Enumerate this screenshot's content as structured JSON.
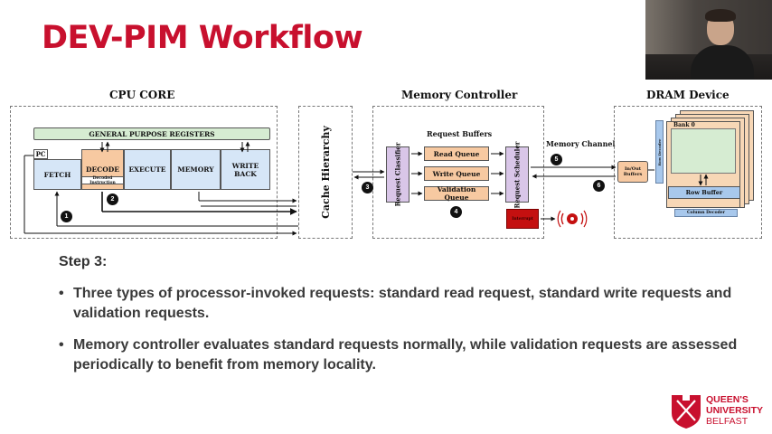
{
  "slide": {
    "title": "DEV-PIM Workflow"
  },
  "diagram": {
    "cpu": {
      "title": "CPU CORE",
      "registers": "GENERAL PURPOSE REGISTERS",
      "pc": "PC",
      "stages": [
        "FETCH",
        "DECODE",
        "EXECUTE",
        "MEMORY",
        "WRITE BACK"
      ],
      "decoded": "Decoded Instruction"
    },
    "cache": "Cache Hierarchy",
    "mc": {
      "title": "Memory Controller",
      "buffers_title": "Request Buffers",
      "classifier": "Request Classifier",
      "read_queue": "Read Queue",
      "write_queue": "Write Queue",
      "validation_queue": "Validation Queue",
      "scheduler": "Request Scheduler",
      "interrupt": "Interrupt"
    },
    "channel": "Memory Channel",
    "dram": {
      "title": "DRAM Device",
      "io_buffers": "In/Out Buffers",
      "row_decoder": "Row Decoder",
      "bank": "Bank 0",
      "row_buffer": "Row Buffer",
      "column_decoder": "Column Decoder"
    },
    "badges": [
      "1",
      "2",
      "3",
      "4",
      "5",
      "6"
    ]
  },
  "content": {
    "step": "Step 3:",
    "bullet1": "Three types of processor-invoked requests: standard read request, standard write requests and validation requests.",
    "bullet2": "Memory controller evaluates standard requests normally, while validation requests are assessed periodically to benefit from memory locality."
  },
  "logo": {
    "line1": "QUEEN'S",
    "line2": "UNIVERSITY",
    "line3": "BELFAST"
  },
  "colors": {
    "title": "#c8102e",
    "registers": "#d6ecd2",
    "stage": "#d6e6f7",
    "decode": "#f7c9a1",
    "queue": "#f7c9a1",
    "classifier": "#d9c6e8",
    "interrupt": "#c41010"
  }
}
